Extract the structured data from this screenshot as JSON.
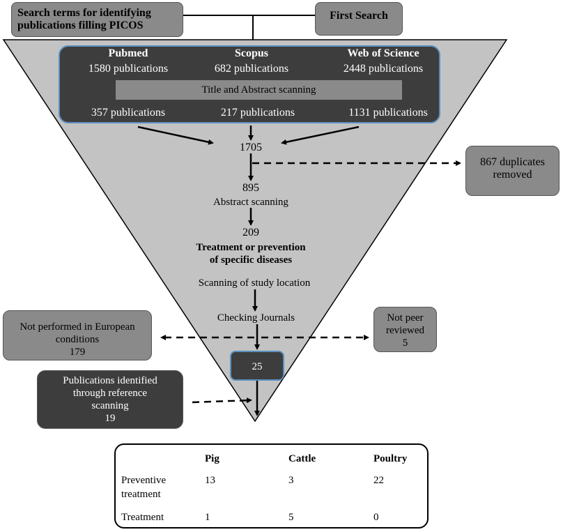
{
  "search_terms": {
    "line1": "Search terms for identifying",
    "line2": "publications filling PICOS"
  },
  "first_search": "First Search",
  "sources": [
    {
      "name": "Pubmed",
      "count": "1580 publications",
      "after": "357 publications"
    },
    {
      "name": "Scopus",
      "count": "682 publications",
      "after": "217 publications"
    },
    {
      "name": "Web of Science",
      "count": "2448 publications",
      "after": "1131 publications"
    }
  ],
  "title_abstract_scanning": "Title and Abstract scanning",
  "total_1705": "1705",
  "duplicates": {
    "line1": "867 duplicates",
    "line2": "removed"
  },
  "n_895": "895",
  "abstract_scanning": "Abstract scanning",
  "n_209": "209",
  "treatment_prevention": {
    "line1": "Treatment  or prevention",
    "line2": "of specific diseases"
  },
  "study_location": "Scanning of study location",
  "checking_journals": "Checking Journals",
  "not_european": {
    "line1": "Not performed in European",
    "line2": "conditions",
    "count": "179"
  },
  "not_peer": {
    "line1": "Not peer",
    "line2": "reviewed",
    "count": "5"
  },
  "final_count": "25",
  "reference_scanning": {
    "line1": "Publications identified",
    "line2": "through reference",
    "line3": "scanning",
    "count": "19"
  },
  "table": {
    "headers": [
      "Pig",
      "Cattle",
      "Poultry"
    ],
    "rows": [
      {
        "label1": "Preventive",
        "label2": "treatment",
        "values": [
          "13",
          "3",
          "22"
        ]
      },
      {
        "label1": "Treatment",
        "label2": "",
        "values": [
          "1",
          "5",
          "0"
        ]
      }
    ]
  }
}
